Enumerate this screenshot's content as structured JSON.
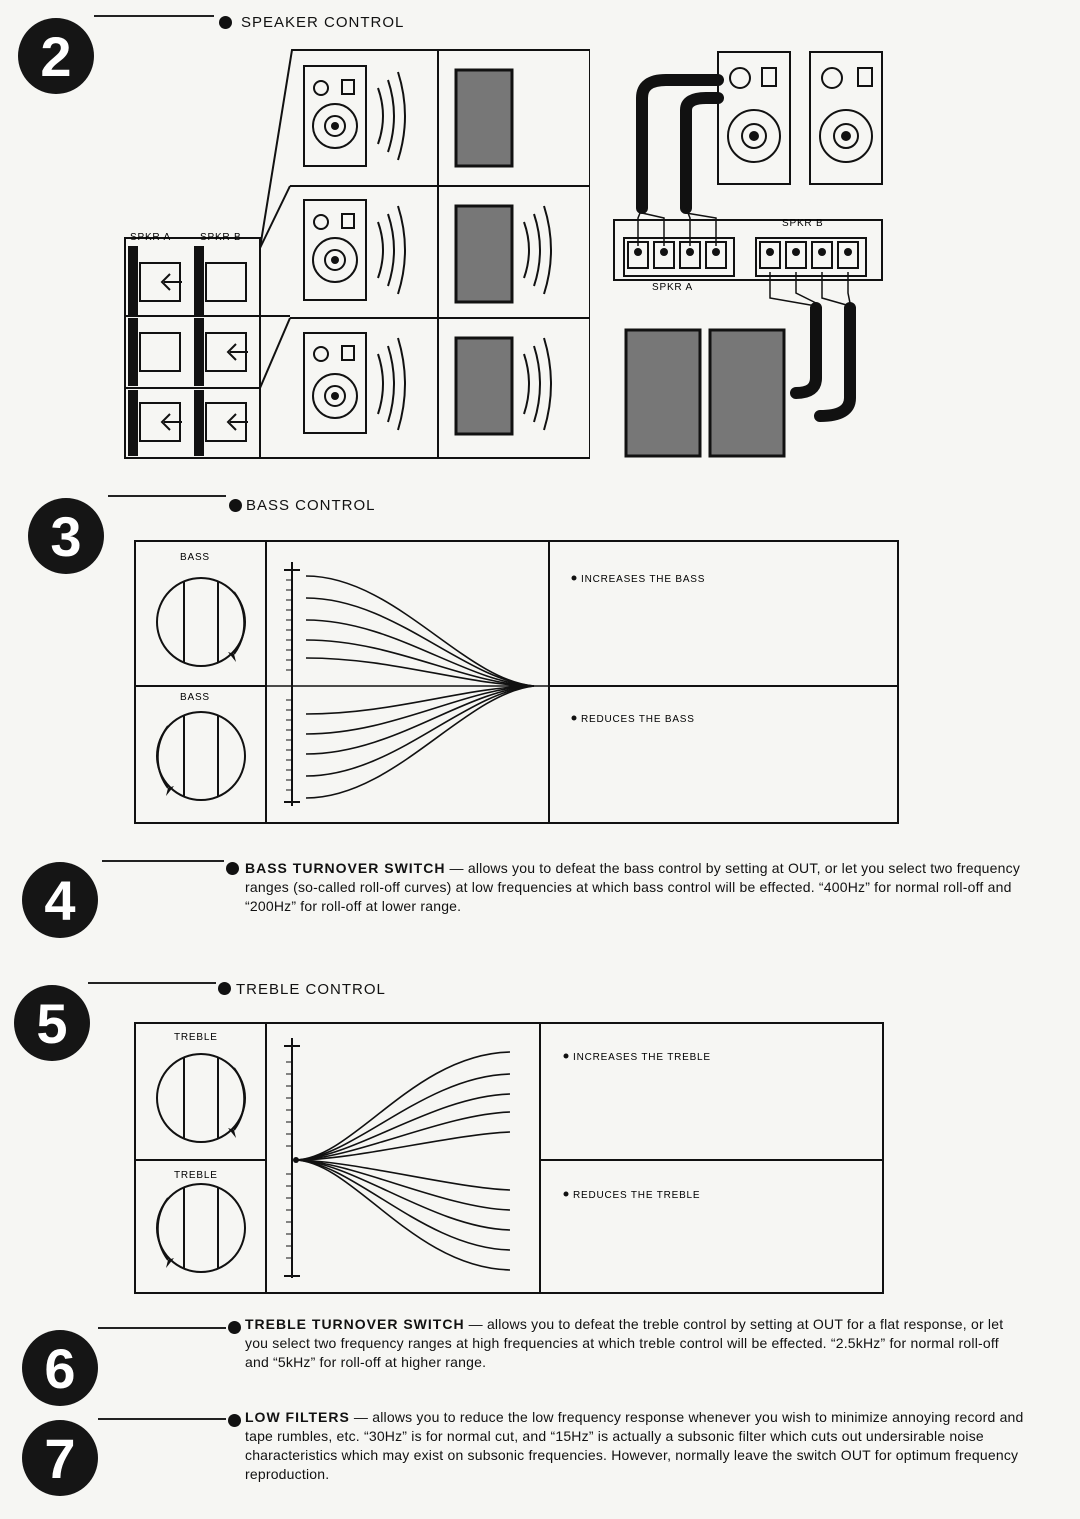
{
  "sections": {
    "s2": {
      "number": "2",
      "heading": "SPEAKER CONTROL",
      "spkr_a": "SPKR A",
      "spkr_b": "SPKR B"
    },
    "s3": {
      "number": "3",
      "heading": "BASS CONTROL",
      "knob_top": "BASS",
      "knob_bottom": "BASS",
      "increase": "INCREASES THE BASS",
      "reduce": "REDUCES THE BASS",
      "plus": "+",
      "minus": "–"
    },
    "s4": {
      "number": "4",
      "term": "BASS TURNOVER SWITCH",
      "text": " — allows you to defeat the bass control by setting at OUT, or let you select two frequency ranges (so-called roll-off curves) at low frequencies at which bass control will be effected. “400Hz” for normal roll-off and “200Hz” for roll-off at lower range."
    },
    "s5": {
      "number": "5",
      "heading": "TREBLE CONTROL",
      "knob_top": "TREBLE",
      "knob_bottom": "TREBLE",
      "increase": "INCREASES THE TREBLE",
      "reduce": "REDUCES THE TREBLE",
      "plus": "+",
      "minus": "–"
    },
    "s6": {
      "number": "6",
      "term": "TREBLE TURNOVER SWITCH",
      "text": " — allows you to defeat the treble control by setting at OUT for a flat response, or let you select two frequency ranges at high frequencies at which treble control will be effected. “2.5kHz” for normal roll-off and “5kHz” for roll-off at higher range."
    },
    "s7": {
      "number": "7",
      "term": "LOW FILTERS",
      "text": " — allows you to reduce the low frequency response whenever you wish to minimize annoying record and tape rumbles, etc. “30Hz” is for normal cut, and “15Hz” is actually a subsonic filter which cuts out undersirable noise characteristics which may exist on subsonic frequencies. However, normally leave the switch OUT for optimum frequency reproduction."
    }
  },
  "colors": {
    "ink": "#111111",
    "paper": "#f6f6f3"
  }
}
